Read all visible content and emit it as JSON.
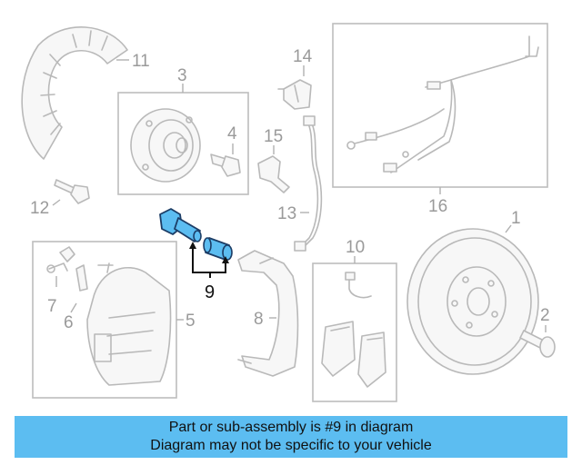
{
  "callouts": {
    "c1": "1",
    "c2": "2",
    "c3": "3",
    "c4": "4",
    "c5": "5",
    "c6": "6",
    "c7": "7",
    "c8": "8",
    "c9": "9",
    "c10": "10",
    "c11": "11",
    "c12": "12",
    "c13": "13",
    "c14": "14",
    "c15": "15",
    "c16": "16"
  },
  "highlight": {
    "part_number": "9",
    "color": "#5cbdf1",
    "outline": "#1c3d66"
  },
  "banner": {
    "line1": "Part or sub-assembly is #9 in diagram",
    "line2": "Diagram may not be specific to your vehicle",
    "background": "#5cbdf1"
  }
}
